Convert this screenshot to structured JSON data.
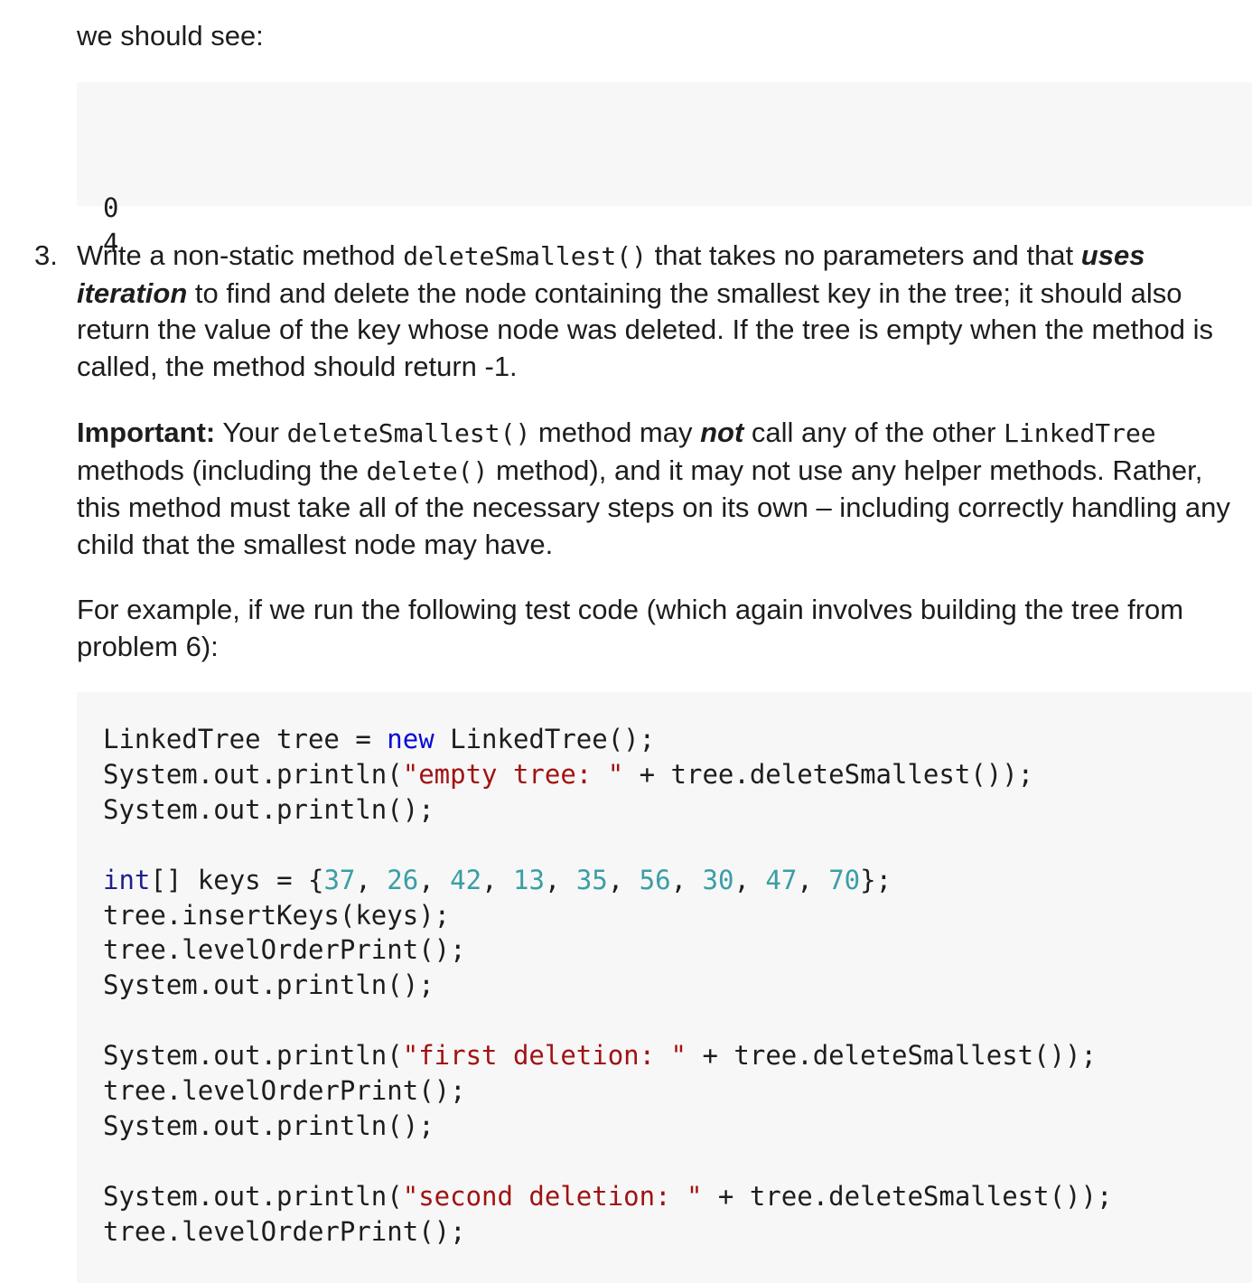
{
  "intro_text": "we should see:",
  "expected_output": [
    "0",
    "4"
  ],
  "item_number": "3.",
  "para1": {
    "t1": "Write a non-static method ",
    "code1": "deleteSmallest()",
    "t2": " that takes no parameters and that ",
    "em1": "uses iteration",
    "t3": " to find and delete the node containing the smallest key in the tree; it should also return the value of the key whose node was deleted. If the tree is empty when the method is called, the method should return -1."
  },
  "para2": {
    "strong": "Important:",
    "t1": " Your ",
    "code1": "deleteSmallest()",
    "t2": " method may ",
    "em1": "not",
    "t3": " call any of the other ",
    "code2": "LinkedTree",
    "t4": " methods (including the ",
    "code3": "delete()",
    "t5": " method), and it may not use any helper methods. Rather, this method must take all of the necessary steps on its own – including correctly handling any child that the smallest node may have."
  },
  "para3": {
    "text": "For example, if we run the following test code (which again involves building the tree from problem 6):"
  },
  "code": {
    "l1_a": "LinkedTree tree = ",
    "l1_kw": "new",
    "l1_b": " LinkedTree();",
    "l2_a": "System.out.println(",
    "l2_str": "\"empty tree: \"",
    "l2_b": " + tree.deleteSmallest());",
    "l3": "System.out.println();",
    "l5_type": "int",
    "l5_a": "[] keys = {",
    "keys": [
      "37",
      "26",
      "42",
      "13",
      "35",
      "56",
      "30",
      "47",
      "70"
    ],
    "l5_b": "};",
    "l6": "tree.insertKeys(keys);",
    "l7": "tree.levelOrderPrint();",
    "l8": "System.out.println();",
    "l10_a": "System.out.println(",
    "l10_str": "\"first deletion: \"",
    "l10_b": " + tree.deleteSmallest());",
    "l11": "tree.levelOrderPrint();",
    "l12": "System.out.println();",
    "l14_a": "System.out.println(",
    "l14_str": "\"second deletion: \"",
    "l14_b": " + tree.deleteSmallest());",
    "l15": "tree.levelOrderPrint();"
  },
  "colors": {
    "keyword": "#0a0ad6",
    "type": "#1f1f8f",
    "string": "#a11212",
    "number": "#3a9ea5",
    "code_background": "#f7f7f7"
  }
}
